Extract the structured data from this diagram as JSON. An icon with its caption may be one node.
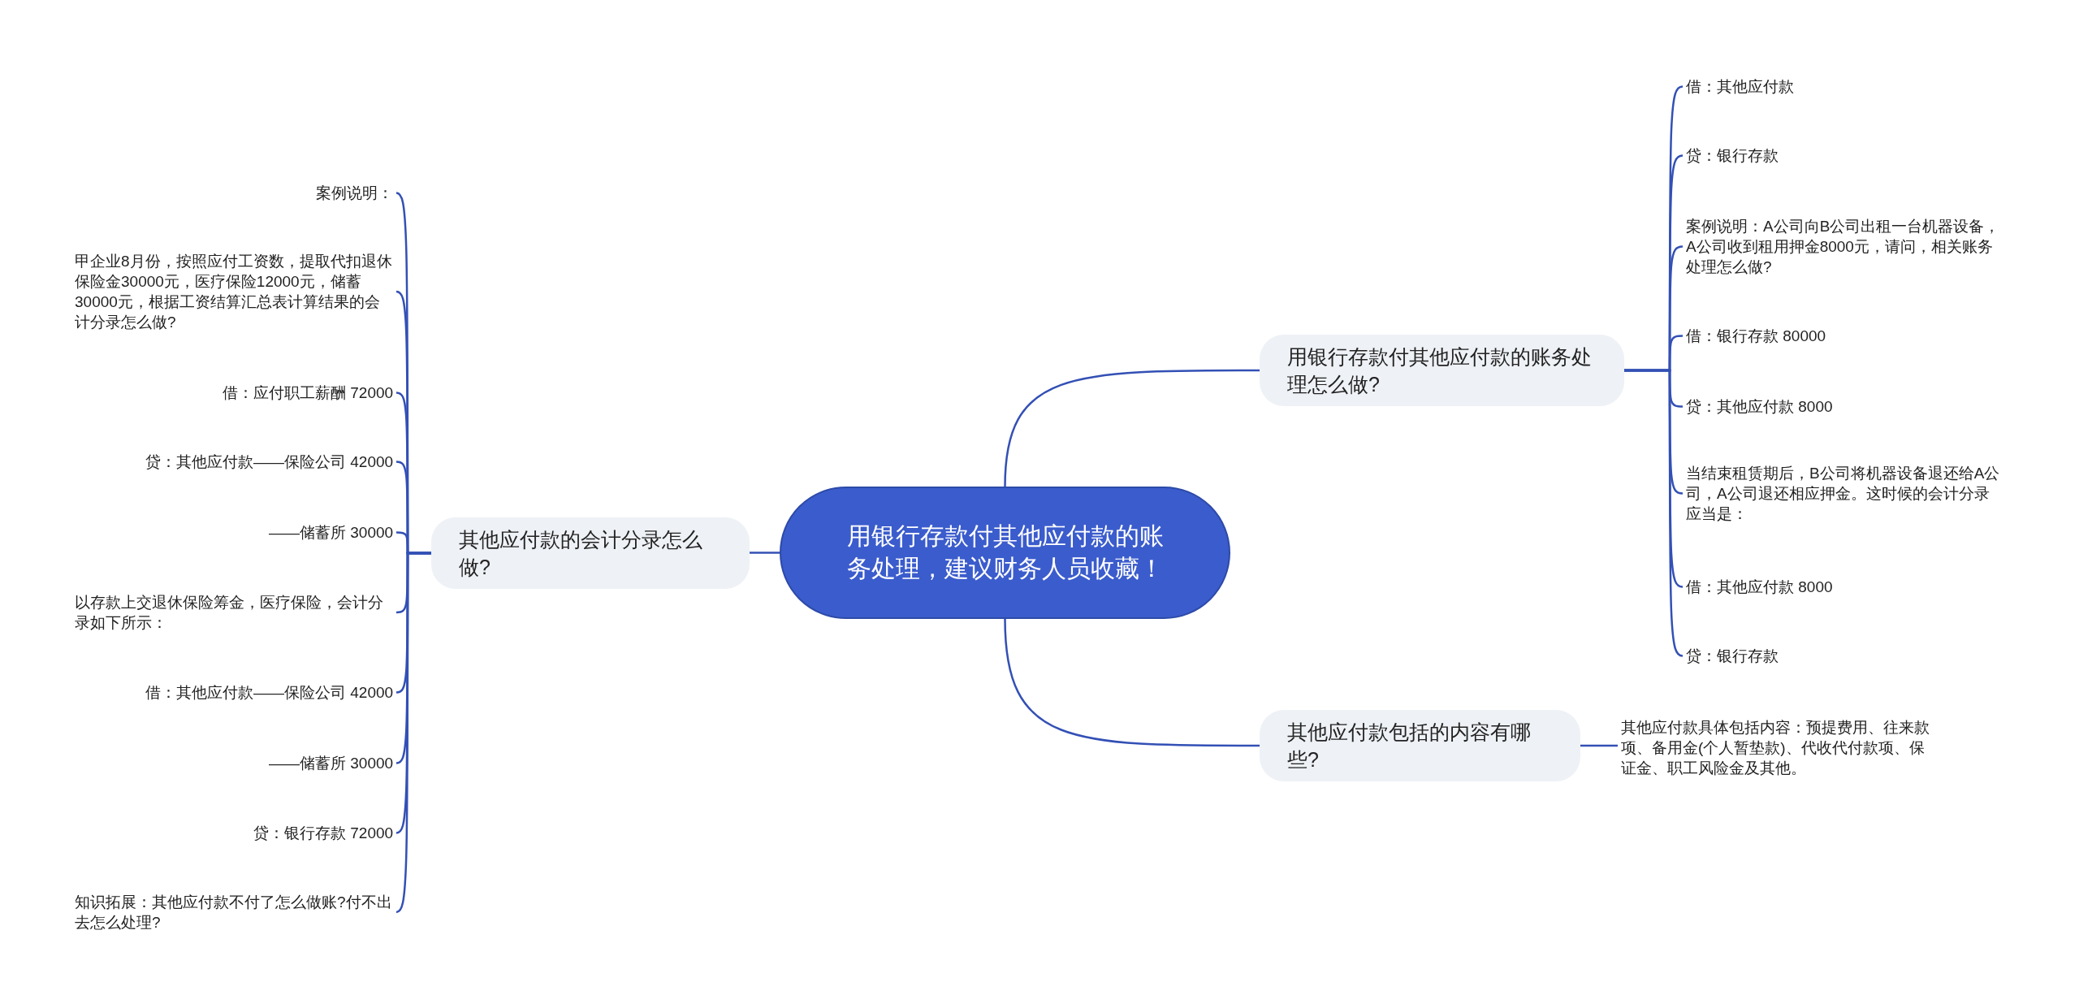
{
  "diagram": {
    "nodes": [
      {
        "text": [
          "用银行存款付其他应付款的账务处理，建议财务人员收藏！"
        ]
      },
      {
        "text": [
          "用银行存款付其他应付款的账务处理怎么做?"
        ]
      },
      {
        "text": [
          "借：其他应付款"
        ]
      },
      {
        "text": [
          "贷：银行存款"
        ]
      },
      {
        "text": [
          "案例说明：A公司向B公司出租一台机器设备，A公司收到租用押金8000元，请问，相关账务处理怎么做?"
        ]
      },
      {
        "text": [
          "借：银行存款 80000"
        ]
      },
      {
        "text": [
          "贷：其他应付款 8000"
        ]
      },
      {
        "text": [
          "当结束租赁期后，B公司将机器设备退还给A公司，A公司退还相应押金。这时候的会计分录应当是："
        ]
      },
      {
        "text": [
          "借：其他应付款 8000"
        ]
      },
      {
        "text": [
          "贷：银行存款"
        ]
      },
      {
        "text": [
          "其他应付款包括的内容有哪些?"
        ]
      },
      {
        "text": [
          "其他应付款具体包括内容：预提费用、往来款项、备用金(个人暂垫款)、代收代付款项、保证金、职工风险金及其他。"
        ]
      },
      {
        "text": [
          "其他应付款的会计分录怎么做?"
        ]
      },
      {
        "text": [
          "案例说明："
        ]
      },
      {
        "text": [
          "甲企业8月份，按照应付工资数，提取代扣退休保险金30000元，医疗保险12000元，储蓄30000元，根据工资结算汇总表计算结果的会计分录怎么做?"
        ]
      },
      {
        "text": [
          "借：应付职工薪酬 72000"
        ]
      },
      {
        "text": [
          "贷：其他应付款——保险公司 42000"
        ]
      },
      {
        "text": [
          "——储蓄所    30000"
        ]
      },
      {
        "text": [
          "以存款上交退休保险筹金，医疗保险，会计分录如下所示："
        ]
      },
      {
        "text": [
          "借：其他应付款——保险公司 42000"
        ]
      },
      {
        "text": [
          "——储蓄所 30000"
        ]
      },
      {
        "text": [
          "贷：银行存款 72000"
        ]
      },
      {
        "text": [
          "知识拓展：其他应付款不付了怎么做账?付不出去怎么处理?"
        ]
      }
    ],
    "edges": [
      {
        "from": 0,
        "to": 1,
        "arrow": "none"
      },
      {
        "from": 0,
        "to": 10,
        "arrow": "none"
      },
      {
        "from": 0,
        "to": 12,
        "arrow": "none"
      },
      {
        "from": 1,
        "to": 2,
        "arrow": "none"
      },
      {
        "from": 1,
        "to": 3,
        "arrow": "none"
      },
      {
        "from": 1,
        "to": 4,
        "arrow": "none"
      },
      {
        "from": 1,
        "to": 5,
        "arrow": "none"
      },
      {
        "from": 1,
        "to": 6,
        "arrow": "none"
      },
      {
        "from": 1,
        "to": 7,
        "arrow": "none"
      },
      {
        "from": 1,
        "to": 8,
        "arrow": "none"
      },
      {
        "from": 1,
        "to": 9,
        "arrow": "none"
      },
      {
        "from": 10,
        "to": 11,
        "arrow": "none"
      },
      {
        "from": 12,
        "to": 13,
        "arrow": "none"
      },
      {
        "from": 12,
        "to": 14,
        "arrow": "none"
      },
      {
        "from": 12,
        "to": 15,
        "arrow": "none"
      },
      {
        "from": 12,
        "to": 16,
        "arrow": "none"
      },
      {
        "from": 12,
        "to": 17,
        "arrow": "none"
      },
      {
        "from": 12,
        "to": 18,
        "arrow": "none"
      },
      {
        "from": 12,
        "to": 19,
        "arrow": "none"
      },
      {
        "from": 12,
        "to": 20,
        "arrow": "none"
      },
      {
        "from": 12,
        "to": 21,
        "arrow": "none"
      },
      {
        "from": 12,
        "to": 22,
        "arrow": "none"
      }
    ]
  }
}
